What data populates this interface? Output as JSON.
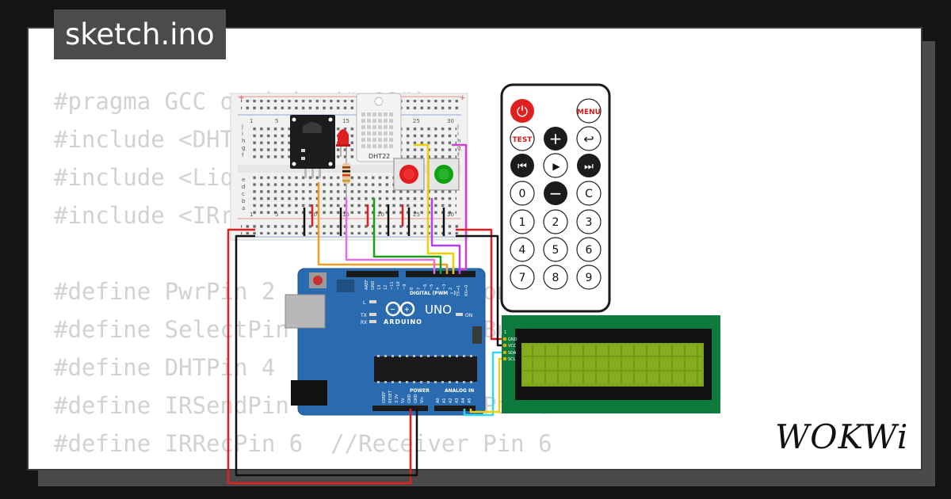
{
  "file_tab": {
    "label": "sketch.ino"
  },
  "code_lines": [
    "#pragma GCC optimize(\"-O2\")",
    "#include <DHT.h>",
    "#include <LiquidCrystal_I2C.h>",
    "#include <IRremote.h>",
    "",
    "#define PwrPin 2   //Power Button",
    "#define SelectPin 3   //Select Button",
    "#define DHTPin 4   //DHT Sensor",
    "#define IRSendPin 5   //Sender Pin 5",
    "#define IRRecPin 6  //Receiver Pin 6"
  ],
  "arduino": {
    "brand": "ARDUINO",
    "model": "UNO",
    "digital_header": "DIGITAL (PWM ~)",
    "analog_header": "ANALOG IN",
    "power_header": "POWER",
    "aref": "AREF",
    "gnd": "GND",
    "digital_pins": [
      "13",
      "12",
      "~11",
      "~10",
      "~9",
      "8",
      "7",
      "~6",
      "~5",
      "4",
      "~3",
      "2",
      "TX→1",
      "RX←0"
    ],
    "analog_pins": [
      "A0",
      "A1",
      "A2",
      "A3",
      "A4",
      "A5"
    ],
    "power_pins": [
      "IOREF",
      "RESET",
      "3.3V",
      "5V",
      "GND",
      "GND",
      "Vin"
    ],
    "led_l": "L",
    "led_tx": "TX",
    "led_rx": "RX",
    "led_on": "ON"
  },
  "dht": {
    "label": "DHT22"
  },
  "breadboard": {
    "col_labels": [
      "1",
      "5",
      "10",
      "15",
      "20",
      "25",
      "30"
    ],
    "row_labels": [
      "j",
      "i",
      "h",
      "g",
      "f",
      "e",
      "d",
      "c",
      "b",
      "a"
    ]
  },
  "remote": {
    "power": "⏻",
    "menu": "MENU",
    "test": "TEST",
    "plus": "+",
    "back": "↩",
    "rew": "⏮",
    "play": "▶",
    "ffw": "⏭",
    "zero": "0",
    "minus": "−",
    "clear": "C",
    "digits": [
      "1",
      "2",
      "3",
      "4",
      "5",
      "6",
      "7",
      "8",
      "9"
    ]
  },
  "lcd": {
    "pins": [
      "GND",
      "VCC",
      "SDA",
      "SCL"
    ]
  },
  "brand_logo": "WOKWi",
  "colors": {
    "arduino_blue": "#2a6bb0",
    "lcd_board": "#0d7a3d",
    "lcd_screen": "#7fa61a",
    "wire_red": "#e01e1e",
    "wire_black": "#111111",
    "wire_orange": "#f0a020",
    "wire_pink": "#e070e0",
    "wire_green": "#17a017",
    "wire_yellow": "#f0d000",
    "wire_purple": "#b040ff",
    "wire_cyan": "#30d8f0"
  }
}
